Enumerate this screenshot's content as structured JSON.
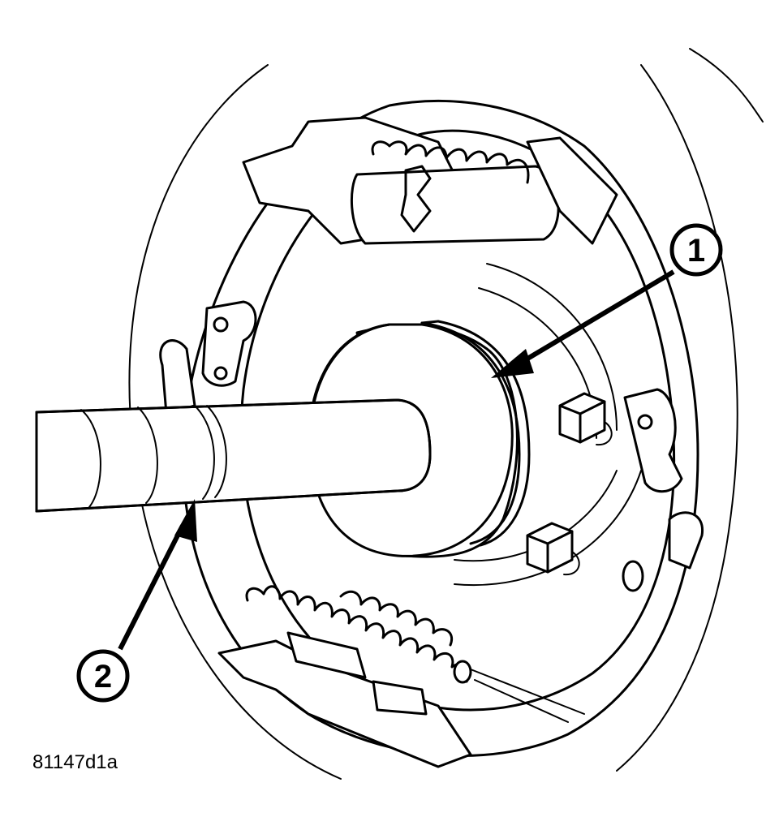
{
  "callouts": [
    {
      "id": "1",
      "label": "1"
    },
    {
      "id": "2",
      "label": "2"
    }
  ],
  "reference_code": "81147d1a",
  "colors": {
    "line": "#000000",
    "background": "#ffffff"
  }
}
